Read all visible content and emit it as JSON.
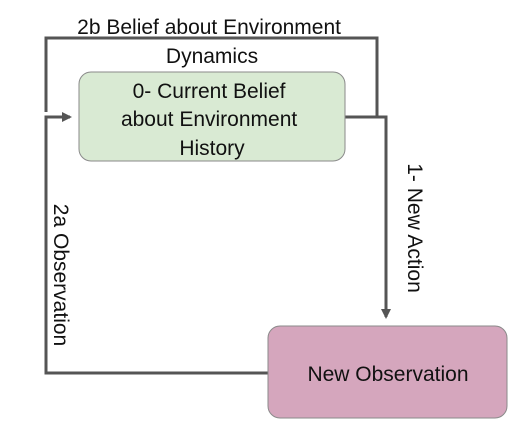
{
  "nodes": {
    "belief": {
      "lines": [
        "0- Current Belief",
        "about Environment",
        "History"
      ],
      "fill": "#d9ead3",
      "stroke": "#8a8a8a"
    },
    "observation": {
      "lines": [
        "New Observation"
      ],
      "fill": "#d5a6bd",
      "stroke": "#8a8a8a"
    }
  },
  "edges": {
    "new_action": {
      "label": "1- New Action"
    },
    "observation_feedback": {
      "label": "2a Observation"
    },
    "dynamics": {
      "label_lines": [
        "2b Belief about Environment",
        "Dynamics"
      ]
    }
  },
  "colors": {
    "line": "#555555"
  }
}
